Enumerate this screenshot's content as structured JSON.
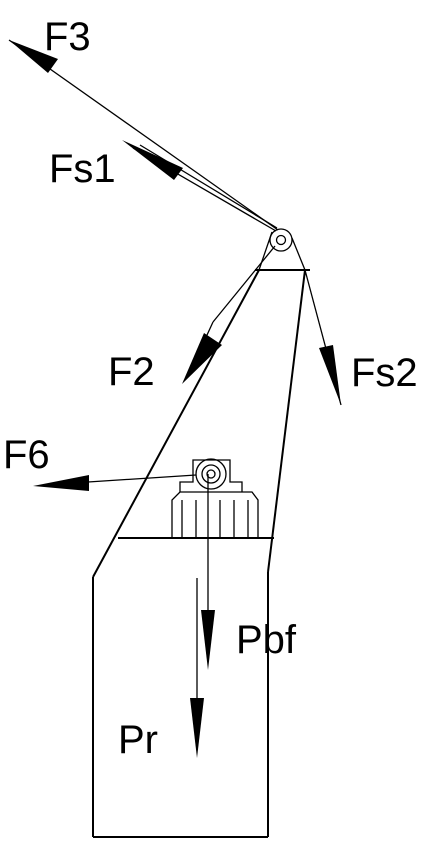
{
  "labels": {
    "f3": "F3",
    "fs1": "Fs1",
    "f2": "F2",
    "fs2": "Fs2",
    "f6": "F6",
    "pbf": "Pbf",
    "pr": "Pr"
  },
  "colors": {
    "stroke": "#000000",
    "background": "#ffffff"
  }
}
